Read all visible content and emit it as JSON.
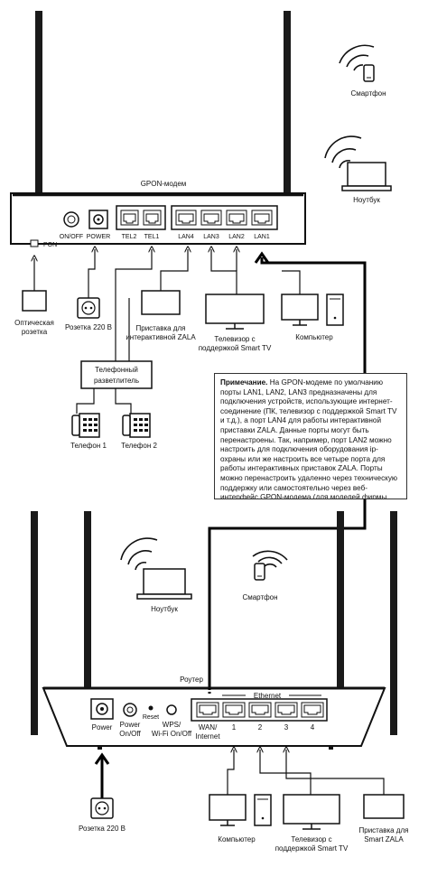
{
  "gpon": {
    "title": "GPON-модем",
    "ports": {
      "onoff": "ON/OFF",
      "power": "POWER",
      "tel2": "TEL2",
      "tel1": "TEL1",
      "lan4": "LAN4",
      "lan3": "LAN3",
      "lan2": "LAN2",
      "lan1": "LAN1",
      "pon": "PON"
    }
  },
  "top_devices": {
    "smartphone": "Смартфон",
    "laptop": "Ноутбук",
    "optical": [
      "Оптическая",
      "розетка"
    ],
    "socket": "Розетка 220 В",
    "stb": [
      "Приставка для",
      "интерактивной ZALA"
    ],
    "tv": [
      "Телевизор с",
      "поддержкой Smart TV"
    ],
    "computer": "Компьютер",
    "splitter": [
      "Телефонный",
      "разветлитель"
    ],
    "phone1": "Телефон 1",
    "phone2": "Телефон 2"
  },
  "note": {
    "title": "Примечание.",
    "text": "На GPON-модеме по умолчанию порты LAN1, LAN2, LAN3 предназначены для подключения устройств, использующие интернет-соединение (ПК, телевизор с поддержкой Smart TV и т.д.), а порт LAN4 для работы интерактивной приставки ZALA. Данные порты могут быть перенастроены. Так, например, порт LAN2 можно настроить для подключения оборудования ip-охраны или же настроить все четыре порта для работы интерактивных приставок ZALA. Порты можно перенастроить удаленно через техническую поддержку или самостоятельно через веб-интерфейс GPON-модема (для моделей фирмы Huawei)."
  },
  "router": {
    "label": "Роутер",
    "ethernet": "Ethernet",
    "power": "Power",
    "power_onoff": [
      "Power",
      "On/Off"
    ],
    "reset": "Reset",
    "wps": [
      "WPS/",
      "Wi-Fi On/Off"
    ],
    "wan": [
      "WAN/",
      "Internet"
    ],
    "ports": [
      "1",
      "2",
      "3",
      "4"
    ]
  },
  "bottom_devices": {
    "laptop": "Ноутбук",
    "smartphone": "Смартфон",
    "socket": "Розетка 220 В",
    "computer": "Компьютер",
    "tv": [
      "Телевизор с",
      "поддержкой Smart TV"
    ],
    "stb": [
      "Приставка для",
      "Smart ZALA"
    ]
  }
}
